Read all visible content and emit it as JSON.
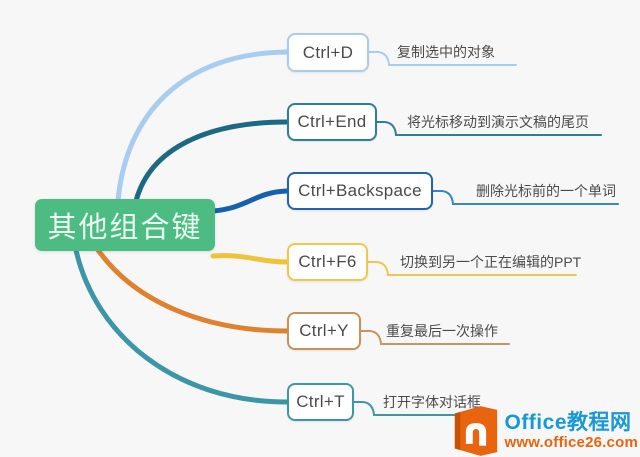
{
  "background": "#f7f7f8",
  "root": {
    "label": "其他组合键",
    "fill": "#4cbc83",
    "text_color": "#ebfaf2"
  },
  "branches": [
    {
      "label": "Ctrl+D",
      "desc": "复制选中的对象",
      "line_color": "#a9cdf0",
      "border_color": "#a9cbec",
      "underline_color": "#a9cdf0"
    },
    {
      "label": "Ctrl+End",
      "desc": "将光标移动到演示文稿的尾页",
      "line_color": "#1a6a84",
      "border_color": "#2e7f95",
      "underline_color": "#2e7f95"
    },
    {
      "label": "Ctrl+Backspace",
      "desc": "删除光标前的一个单词",
      "line_color": "#1661ae",
      "border_color": "#2263ab",
      "underline_color": "#3c86c0"
    },
    {
      "label": "Ctrl+F6",
      "desc": "切换到另一个正在编辑的PPT",
      "line_color": "#efc339",
      "border_color": "#eec84e",
      "underline_color": "#eec84e"
    },
    {
      "label": "Ctrl+Y",
      "desc": "重复最后一次操作",
      "line_color": "#e0812e",
      "border_color": "#c4935a",
      "underline_color": "#c9965e"
    },
    {
      "label": "Ctrl+T",
      "desc": "打开字体对话框",
      "line_color": "#3b96a8",
      "border_color": "#3e98a2",
      "underline_color": "#3e98a2"
    }
  ],
  "watermark": {
    "site_name": "Office教程网",
    "site_url": "www.office26.com",
    "name_color": "#1899d5",
    "url_color": "#e8650d",
    "logo_color": "#e8640f",
    "logo_shade": "#c8520a",
    "logo": "office-logo"
  }
}
